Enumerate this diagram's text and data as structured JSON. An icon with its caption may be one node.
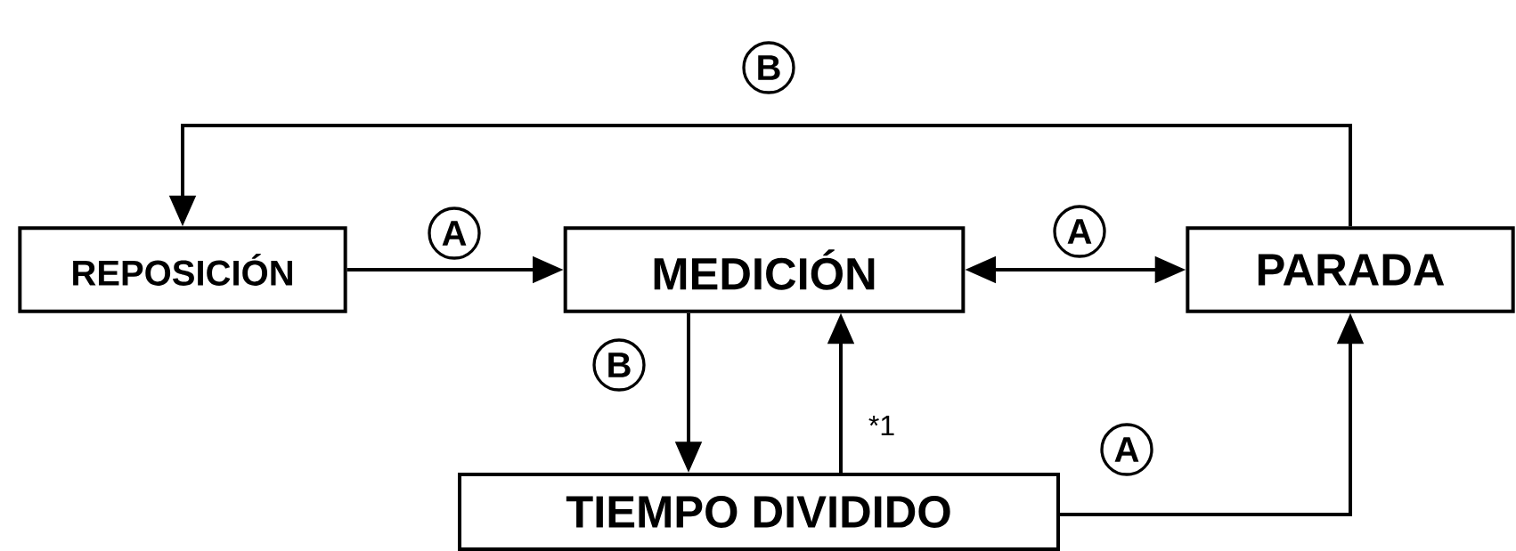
{
  "diagram": {
    "nodes": [
      {
        "text": [
          "REPOSICIÓN"
        ]
      },
      {
        "text": [
          "MEDICIÓN"
        ]
      },
      {
        "text": [
          "PARADA"
        ]
      },
      {
        "text": [
          "TIEMPO DIVIDIDO"
        ]
      }
    ],
    "edges": [
      {
        "from": 0,
        "to": 1,
        "arrow": "to",
        "label": "A"
      },
      {
        "from": 1,
        "to": 2,
        "arrow": "both",
        "label": "A"
      },
      {
        "from": 2,
        "to": 0,
        "arrow": "to",
        "label": "B"
      },
      {
        "from": 1,
        "to": 3,
        "arrow": "to",
        "label": "B"
      },
      {
        "from": 3,
        "to": 1,
        "arrow": "to",
        "label": "*1"
      },
      {
        "from": 3,
        "to": 2,
        "arrow": "to",
        "label": "A"
      }
    ]
  }
}
